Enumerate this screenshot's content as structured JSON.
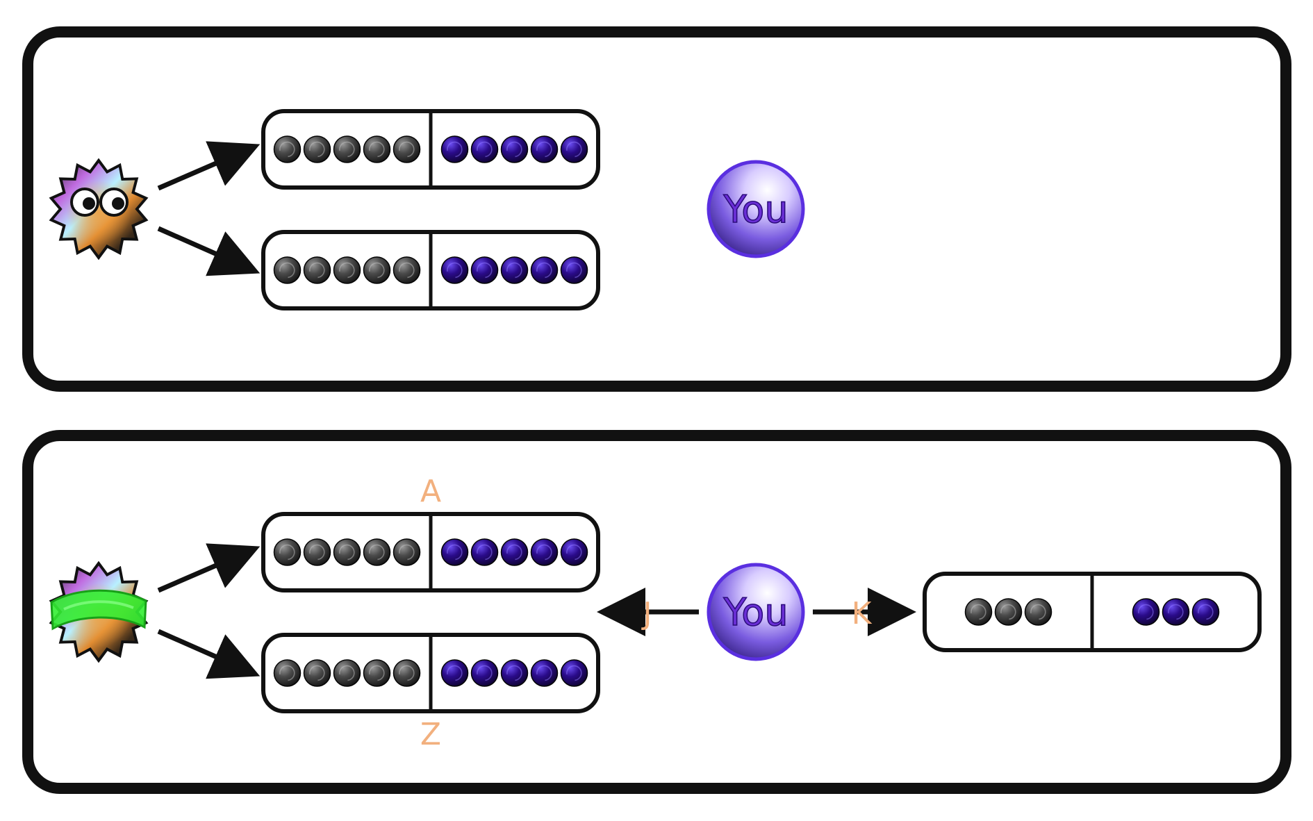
{
  "figure": {
    "type": "experiment-trial-schematic",
    "panels": [
      {
        "id": "panel-1",
        "agent": {
          "icon": "spiky-creature-icon",
          "state": "eyes-open"
        },
        "participant_label": "You",
        "boxes": [
          {
            "dark_balls": 5,
            "purple_balls": 5,
            "option_label": ""
          },
          {
            "dark_balls": 5,
            "purple_balls": 5,
            "option_label": ""
          }
        ]
      },
      {
        "id": "panel-2",
        "agent": {
          "icon": "spiky-creature-icon",
          "state": "blindfolded"
        },
        "participant_label": "You",
        "boxes": [
          {
            "dark_balls": 5,
            "purple_balls": 5,
            "option_label": "A"
          },
          {
            "dark_balls": 5,
            "purple_balls": 5,
            "option_label": "Z"
          }
        ],
        "choice_keys": {
          "left": "J",
          "right": "K"
        },
        "alternative_box": {
          "dark_balls": 3,
          "purple_balls": 3
        }
      }
    ]
  },
  "colors": {
    "frame_stroke": "#111111",
    "dark_ball": "#3a3a3a",
    "purple_ball": "#2a0b8a",
    "you_bubble": "#7a5ce0",
    "you_text": "#6a2fd6",
    "label_orange": "#f2b07e",
    "blindfold_green": "#33ee33"
  }
}
